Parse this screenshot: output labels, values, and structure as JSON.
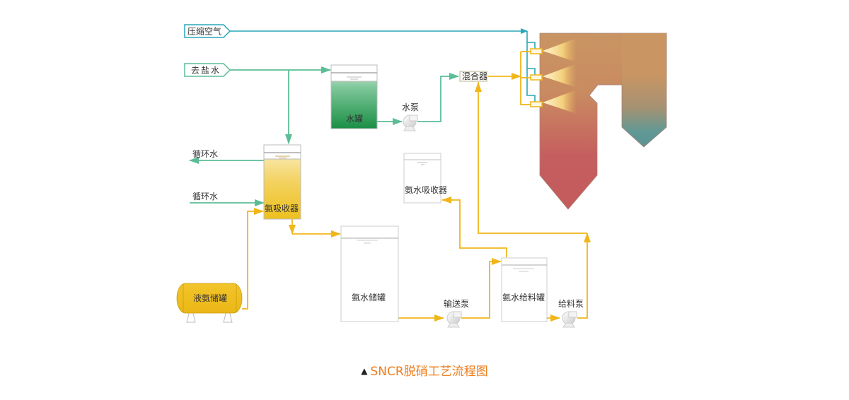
{
  "inputs": {
    "compressed_air": "压缩空气",
    "demineralized_water": "去盐水",
    "circulating_water_out": "循环水",
    "circulating_water_in": "循环水"
  },
  "equipment": {
    "water_tank": "水罐",
    "water_pump": "水泵",
    "mixer": "混合器",
    "ammonia_absorber": "氨吸收器",
    "ammonia_water_absorber": "氨水吸收器",
    "liquid_ammonia_tank": "液氨储罐",
    "ammonia_water_tank": "氨水储罐",
    "transfer_pump": "输送泵",
    "ammonia_feed_tank": "氨水给料罐",
    "feed_pump": "给料泵"
  },
  "colors": {
    "air_line": "#2aa7b8",
    "water_line": "#5bbd96",
    "ammonia_line": "#f0b61a",
    "caption": "#ee7d1c"
  },
  "caption": {
    "marker_icon": "triangle-up-icon",
    "text": "SNCR脱硝工艺流程图"
  }
}
